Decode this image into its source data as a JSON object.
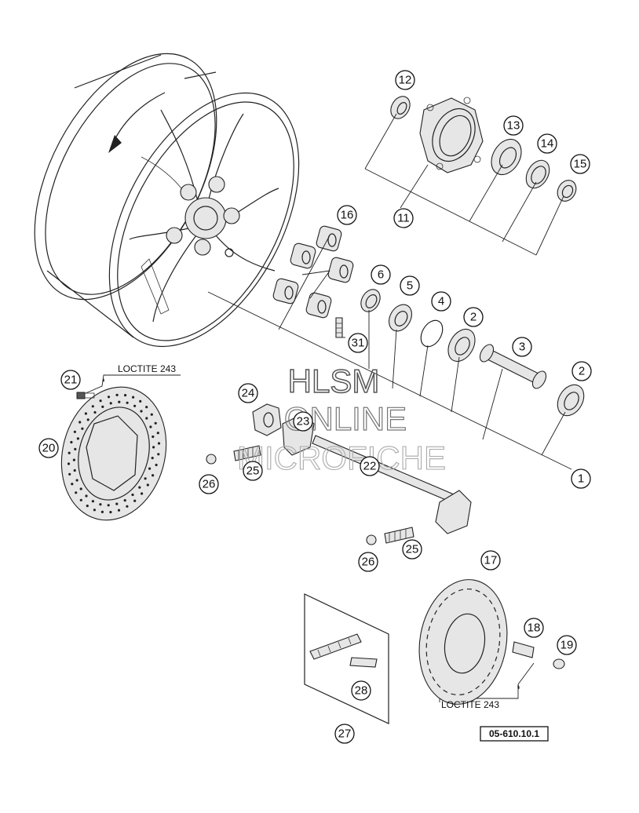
{
  "watermark": {
    "line1": "HLSM",
    "line2": "ONLINE",
    "line3": "MICROFICHE"
  },
  "notes": {
    "loctite_1": "LOCTITE 243",
    "loctite_2": "LOCTITE 243"
  },
  "document_number": "05-610.10.1",
  "callouts": [
    {
      "id": "c1",
      "label": "1"
    },
    {
      "id": "c2a",
      "label": "2"
    },
    {
      "id": "c2b",
      "label": "2"
    },
    {
      "id": "c3",
      "label": "3"
    },
    {
      "id": "c4",
      "label": "4"
    },
    {
      "id": "c5",
      "label": "5"
    },
    {
      "id": "c6",
      "label": "6"
    },
    {
      "id": "c11",
      "label": "11"
    },
    {
      "id": "c12",
      "label": "12"
    },
    {
      "id": "c13",
      "label": "13"
    },
    {
      "id": "c14",
      "label": "14"
    },
    {
      "id": "c15",
      "label": "15"
    },
    {
      "id": "c16",
      "label": "16"
    },
    {
      "id": "c17",
      "label": "17"
    },
    {
      "id": "c18",
      "label": "18"
    },
    {
      "id": "c19",
      "label": "19"
    },
    {
      "id": "c20",
      "label": "20"
    },
    {
      "id": "c21",
      "label": "21"
    },
    {
      "id": "c22",
      "label": "22"
    },
    {
      "id": "c23",
      "label": "23"
    },
    {
      "id": "c24",
      "label": "24"
    },
    {
      "id": "c25a",
      "label": "25"
    },
    {
      "id": "c25b",
      "label": "25"
    },
    {
      "id": "c26a",
      "label": "26"
    },
    {
      "id": "c26b",
      "label": "26"
    },
    {
      "id": "c27",
      "label": "27"
    },
    {
      "id": "c28",
      "label": "28"
    },
    {
      "id": "c31",
      "label": "31"
    }
  ]
}
